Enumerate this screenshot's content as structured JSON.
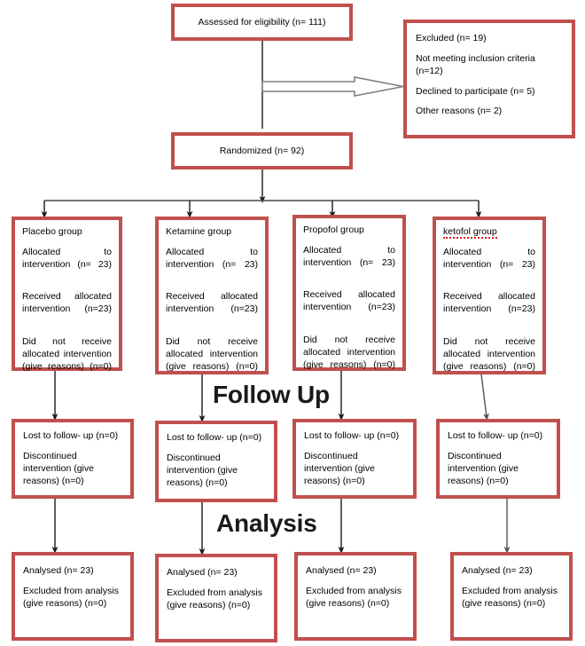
{
  "diagram": {
    "title": "CONSORT participant flow diagram",
    "border_color": "#C0504D",
    "arrow_color": "#1a1a1a",
    "block_arrow_color": "#808080",
    "background": "#ffffff"
  },
  "stage_labels": {
    "follow_up": "Follow Up",
    "analysis": "Analysis"
  },
  "enrollment": {
    "assessed": {
      "text": "Assessed for eligibility (n= 111)"
    },
    "excluded": {
      "lines": [
        "Excluded (n= 19)",
        "Not meeting inclusion criteria (n=12)",
        "Declined to participate (n= 5)",
        "Other reasons (n= 2)"
      ]
    },
    "randomized": {
      "text": "Randomized (n= 92)"
    }
  },
  "allocation": [
    {
      "group": "Placebo group",
      "misspelled": false,
      "allocated": "Allocated to intervention (n= 23)",
      "received": "Received allocated intervention (n=23)",
      "not_received": "Did not receive allocated intervention (give reasons) (n=0)"
    },
    {
      "group": "Ketamine group",
      "misspelled": false,
      "allocated": "Allocated to intervention (n= 23)",
      "received": "Received allocated intervention (n=23)",
      "not_received": "Did not receive allocated intervention (give reasons) (n=0)"
    },
    {
      "group": "Propofol group",
      "misspelled": false,
      "allocated": "Allocated to intervention (n= 23)",
      "received": "Received allocated intervention (n=23)",
      "not_received": "Did not receive allocated intervention (give reasons) (n=0)"
    },
    {
      "group": "ketofol group",
      "misspelled": true,
      "allocated": "Allocated to intervention (n= 23)",
      "received": "Received allocated intervention (n=23)",
      "not_received": "Did not receive allocated intervention (give reasons) (n=0)"
    }
  ],
  "followup": [
    {
      "lost": "Lost to follow- up (n=0)",
      "discontinued": "Discontinued intervention (give reasons) (n=0)"
    },
    {
      "lost": "Lost to follow- up (n=0)",
      "discontinued": "Discontinued intervention (give reasons) (n=0)"
    },
    {
      "lost": "Lost to follow- up (n=0)",
      "discontinued": "Discontinued intervention (give reasons) (n=0)"
    },
    {
      "lost": "Lost to follow- up (n=0)",
      "discontinued": "Discontinued intervention (give reasons) (n=0)"
    }
  ],
  "analysis": [
    {
      "analysed": "Analysed (n= 23)",
      "excluded": "Excluded from analysis (give reasons) (n=0)"
    },
    {
      "analysed": "Analysed (n= 23)",
      "excluded": "Excluded from analysis (give reasons) (n=0)"
    },
    {
      "analysed": "Analysed (n= 23)",
      "excluded": "Excluded from analysis (give reasons) (n=0)"
    },
    {
      "analysed": "Analysed (n= 23)",
      "excluded": "Excluded from analysis (give reasons) (n=0)"
    }
  ]
}
